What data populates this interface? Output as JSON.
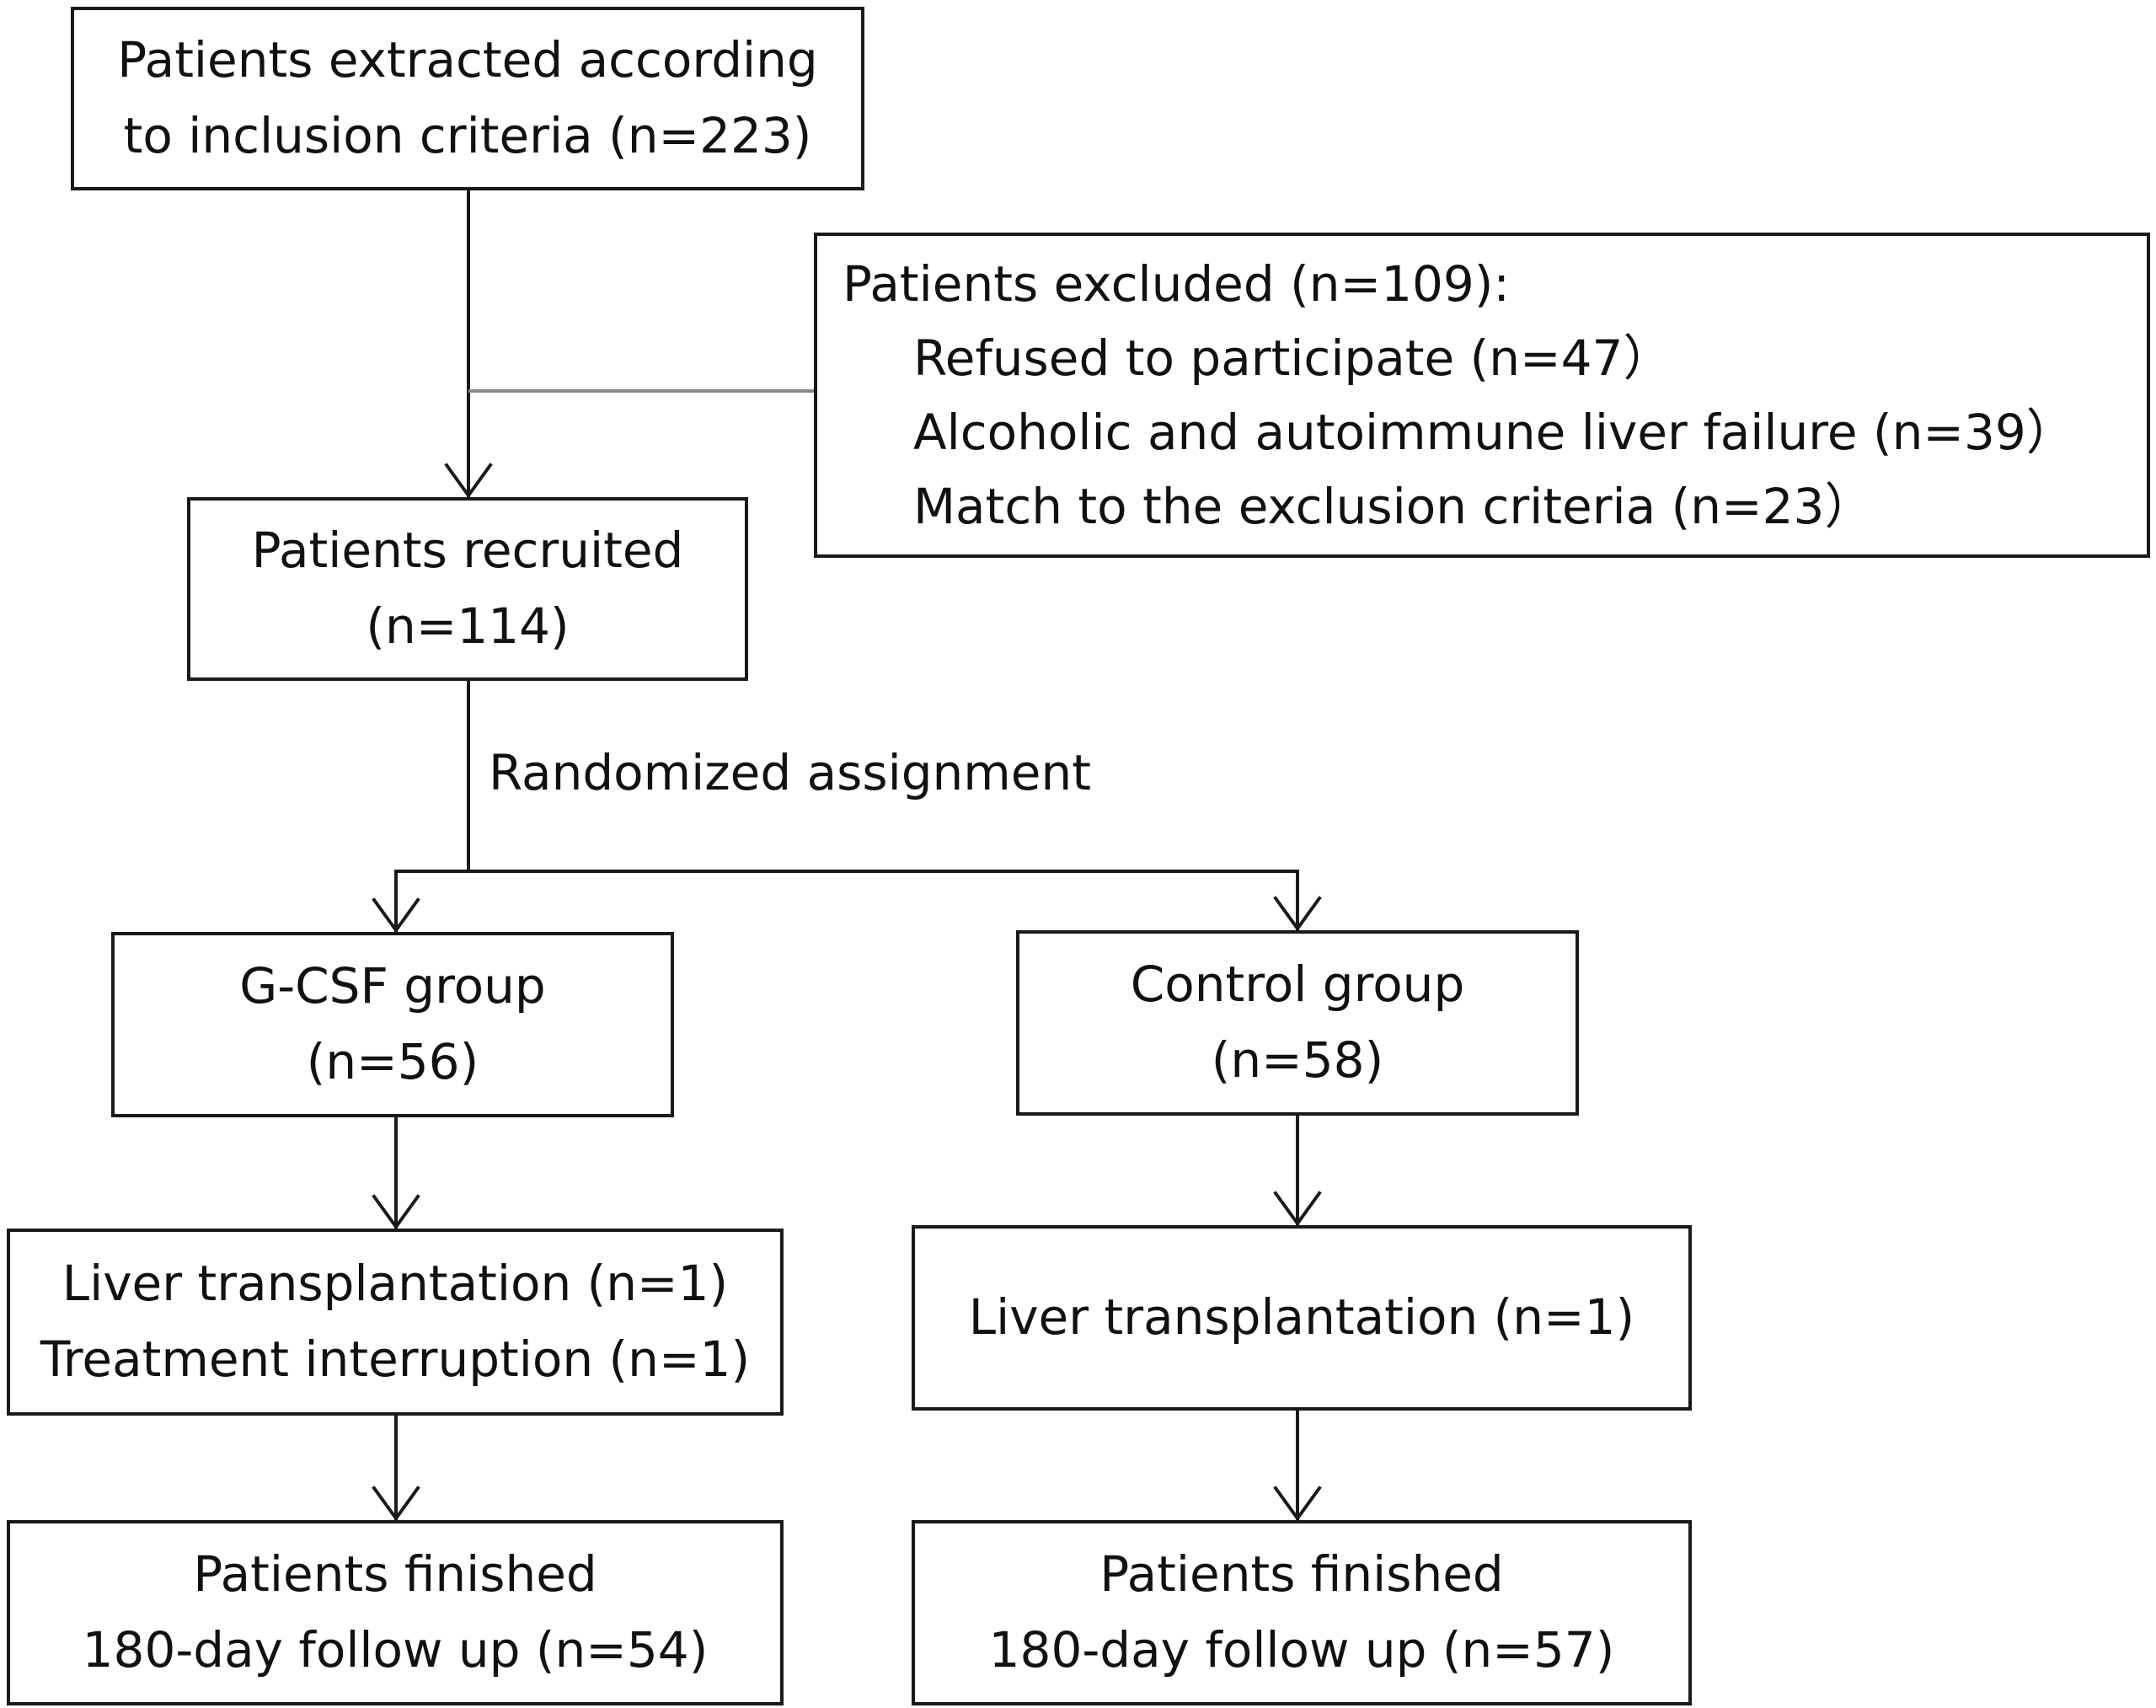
{
  "boxes": {
    "extracted": {
      "line1": "Patients extracted according",
      "line2": "to  inclusion criteria (n=223)"
    },
    "excluded": {
      "title": "Patients excluded (n=109):",
      "items": [
        "Refused to participate (n=47）",
        "Alcoholic and autoimmune liver failure  (n=39）",
        "Match to the exclusion criteria (n=23）"
      ]
    },
    "recruited": {
      "line1": "Patients recruited",
      "line2": "(n=114)"
    },
    "gcsf": {
      "line1": "G-CSF group",
      "line2": "(n=56)"
    },
    "control": {
      "line1": "Control group",
      "line2": "(n=58)"
    },
    "gcsf_events": {
      "line1": "Liver transplantation (n=1)",
      "line2": "Treatment interruption (n=1)"
    },
    "control_events": {
      "line1": "Liver transplantation (n=1)"
    },
    "gcsf_finished": {
      "line1": "Patients finished",
      "line2": "180-day follow up (n=54)"
    },
    "control_finished": {
      "line1": "Patients finished",
      "line2": "180-day follow up (n=57)"
    }
  },
  "labels": {
    "randomized": "Randomized assignment"
  }
}
